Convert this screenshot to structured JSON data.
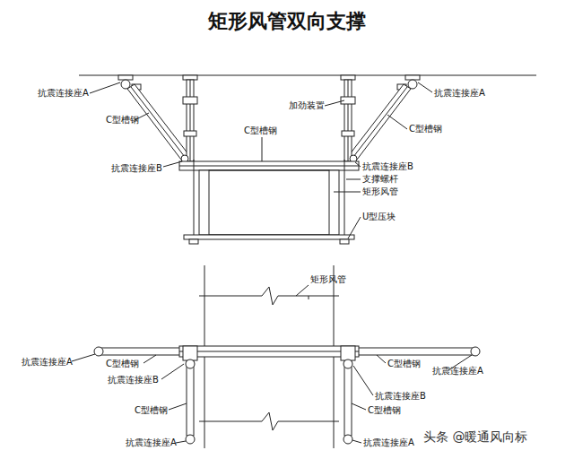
{
  "diagram": {
    "title": "矩形风管双向支撑",
    "labels": [
      "抗震连接座A",
      "C型槽钢",
      "抗震连接座B",
      "C型槽钢",
      "加劲装置",
      "抗震连接座A",
      "C型槽钢",
      "抗震连接座B",
      "支撑螺杆",
      "矩形风管",
      "U型压块",
      "矩形风管",
      "抗震连接座A",
      "C型槽钢",
      "抗震连接座B",
      "C型槽钢",
      "抗震连接座A",
      "C型槽钢",
      "抗震连接座A",
      "抗震连接座B",
      "C型槽钢",
      "抗震连接座A",
      "头条 @暖通风向标"
    ]
  }
}
